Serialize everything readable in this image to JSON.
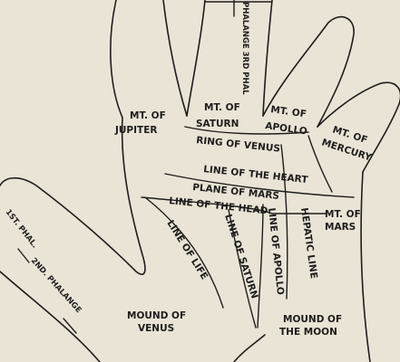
{
  "labels": {
    "phalange_3rd": "PHALANGE 3RD PHAL",
    "mount_jupiter_1": "MT. OF",
    "mount_jupiter_2": "JUPITER",
    "mount_saturn_1": "MT. OF",
    "mount_saturn_2": "SATURN",
    "mount_apollo_1": "MT. OF",
    "mount_apollo_2": "APOLLO",
    "mount_mercury_1": "MT. OF",
    "mount_mercury_2": "MERCURY",
    "ring_of_venus": "RING OF VENUS",
    "line_of_heart": "LINE OF THE HEART",
    "plane_of_mars": "PLANE OF MARS",
    "line_of_head": "LINE OF THE HEAD",
    "mount_mars_1": "MT. OF",
    "mount_mars_2": "MARS",
    "line_of_life": "LINE OF LIFE",
    "line_of_saturn": "LINE OF SATURN",
    "line_of_apollo": "LINE OF APOLLO",
    "hepatic_line": "HEPATIC LINE",
    "first_phal": "1ST. PHAL.",
    "second_phalange": "2ND. PHALANGE",
    "mound_venus_1": "MOUND OF",
    "mound_venus_2": "VENUS",
    "mound_moon_1": "MOUND OF",
    "mound_moon_2": "THE MOON"
  },
  "colors": {
    "paper": "#e9e4d6",
    "ink": "#1f1d1a"
  }
}
